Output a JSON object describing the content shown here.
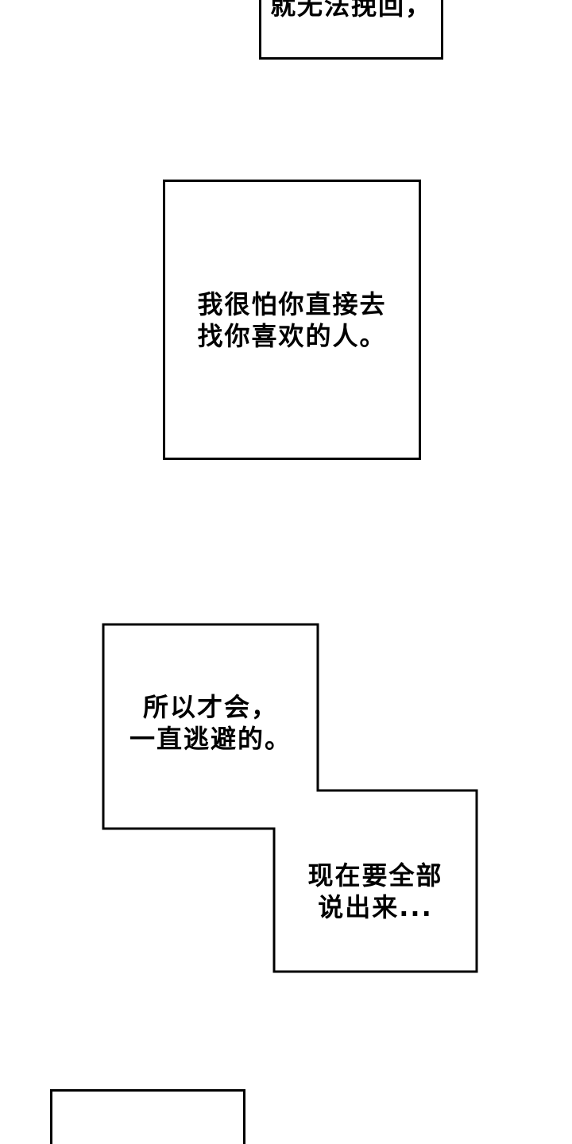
{
  "comic": {
    "background_color": "#ffffff",
    "ink_color": "#000000",
    "bubbles": {
      "top_partial": {
        "text": "就无法挽回，"
      },
      "fear": {
        "line1": "我很怕你直接去",
        "line2": "找你喜欢的人。"
      },
      "avoid": {
        "line1": "所以才会，",
        "line2": "一直逃避的。"
      },
      "confess": {
        "line1": "现在要全部",
        "line2": "说出来..."
      },
      "bottom_partial": {
        "text": ""
      }
    }
  }
}
